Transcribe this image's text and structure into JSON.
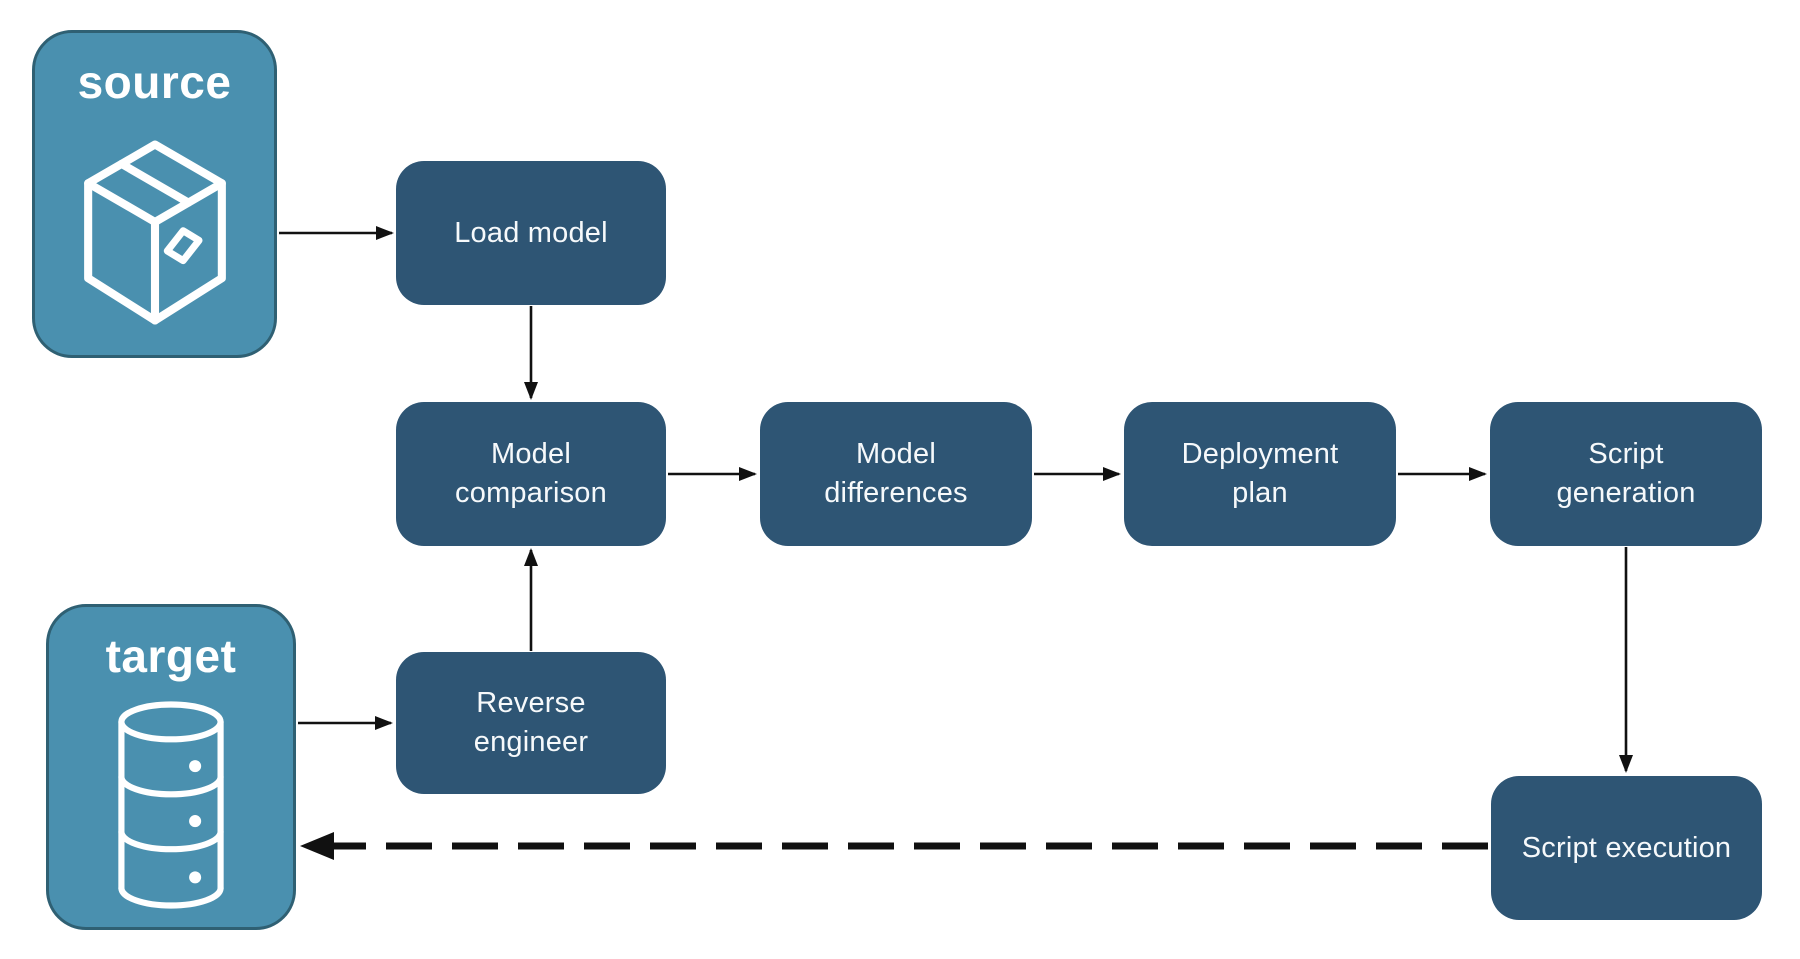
{
  "colors": {
    "endpoint_fill": "#4A90AF",
    "endpoint_border": "#2F6073",
    "endpoint_text": "#FFFFFF",
    "node_fill": "#2E5574",
    "node_text": "#F6F9FB",
    "connector": "#111111",
    "background": "#FFFFFF"
  },
  "diagram": {
    "type": "flowchart",
    "nodes": {
      "source": {
        "label": "source",
        "icon": "package-icon",
        "shape": "endpoint"
      },
      "target": {
        "label": "target",
        "icon": "database-icon",
        "shape": "endpoint"
      },
      "load_model": {
        "label": "Load model",
        "shape": "process"
      },
      "model_comparison": {
        "label": "Model comparison",
        "shape": "process"
      },
      "model_differences": {
        "label": "Model differences",
        "shape": "process"
      },
      "deployment_plan": {
        "label": "Deployment plan",
        "shape": "process"
      },
      "script_generation": {
        "label": "Script generation",
        "shape": "process"
      },
      "reverse_engineer": {
        "label": "Reverse engineer",
        "shape": "process"
      },
      "script_execution": {
        "label": "Script execution",
        "shape": "process"
      }
    },
    "edges": [
      {
        "from": "source",
        "to": "load_model",
        "style": "solid"
      },
      {
        "from": "load_model",
        "to": "model_comparison",
        "style": "solid"
      },
      {
        "from": "model_comparison",
        "to": "model_differences",
        "style": "solid"
      },
      {
        "from": "model_differences",
        "to": "deployment_plan",
        "style": "solid"
      },
      {
        "from": "deployment_plan",
        "to": "script_generation",
        "style": "solid"
      },
      {
        "from": "script_generation",
        "to": "script_execution",
        "style": "solid"
      },
      {
        "from": "target",
        "to": "reverse_engineer",
        "style": "solid"
      },
      {
        "from": "reverse_engineer",
        "to": "model_comparison",
        "style": "solid"
      },
      {
        "from": "script_execution",
        "to": "target",
        "style": "dashed"
      }
    ]
  }
}
